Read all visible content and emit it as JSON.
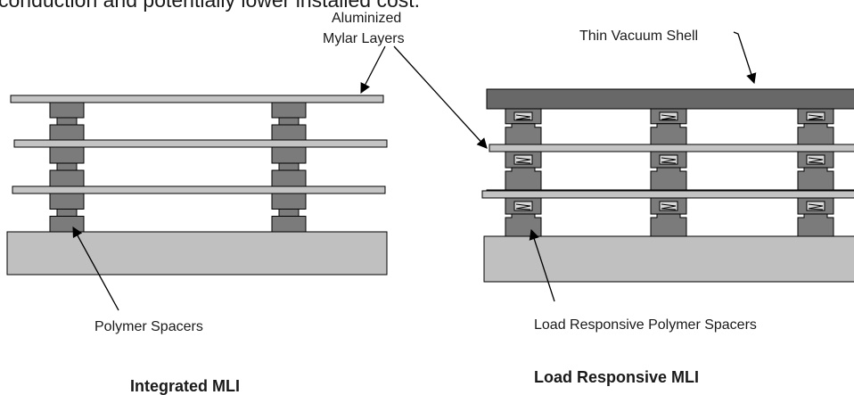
{
  "top_text_fragment": "conduction and potentially lower installed cost.",
  "labels": {
    "aluminized_line1": "Aluminized",
    "aluminized_line2": "Mylar Layers",
    "thin_vacuum_shell": "Thin Vacuum Shell",
    "polymer_spacers": "Polymer Spacers",
    "load_responsive_spacers": "Load Responsive Polymer Spacers"
  },
  "panels": {
    "left_title": "Integrated MLI",
    "right_title": "Load Responsive MLI"
  },
  "colors": {
    "mylar_layer": "#c4c4c4",
    "base_block": "#c0c0c0",
    "spacer": "#7b7b7b",
    "vacuum_shell": "#686868",
    "outline": "#000000"
  }
}
